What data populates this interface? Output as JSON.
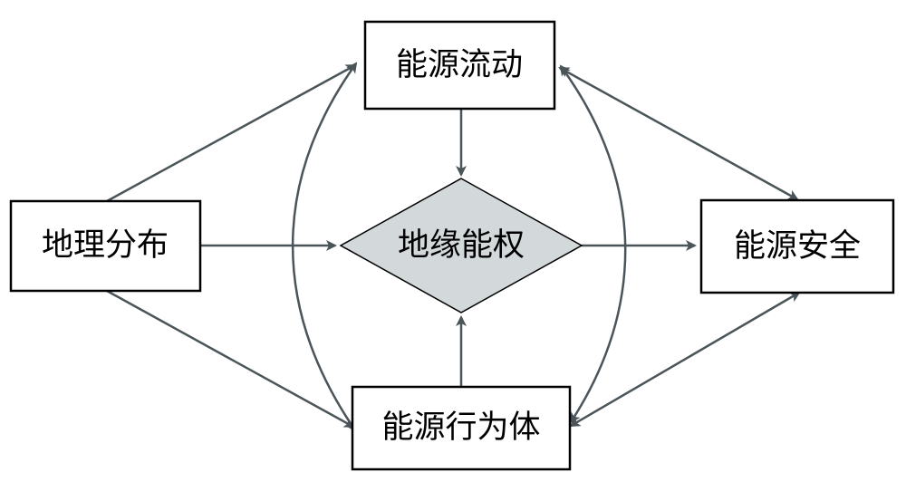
{
  "nodes": {
    "energy_flow": "能源流动",
    "geography": "地理分布",
    "geo_energy_power": "地缘能权",
    "energy_security": "能源安全",
    "energy_actors": "能源行为体"
  },
  "colors": {
    "edge": "#4a5459",
    "diamond_fill": "#d3d9db",
    "box_border": "#000000"
  }
}
